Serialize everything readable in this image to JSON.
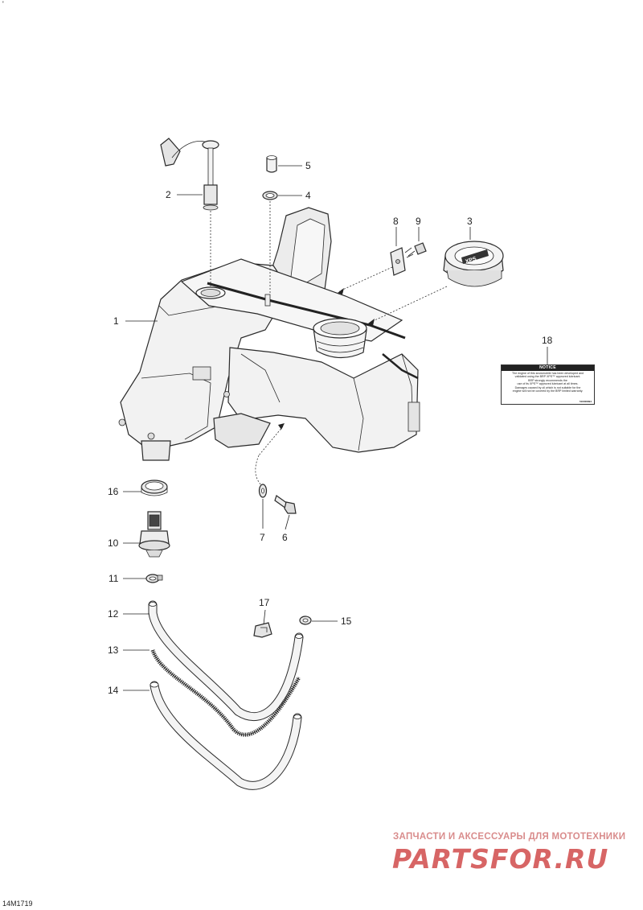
{
  "corner_mark": "'",
  "figure_code": "14M1719",
  "callouts": [
    "1",
    "2",
    "3",
    "4",
    "5",
    "6",
    "7",
    "8",
    "9",
    "10",
    "11",
    "12",
    "13",
    "14",
    "15",
    "16",
    "17",
    "18"
  ],
  "notice_label": {
    "heading": "NOTICE",
    "lines": [
      "The engine of this snowmobile has been developed and",
      "validated using the BRP XPS™ approved lubricant.",
      "BRP strongly recommends the",
      "use of its XPS™ approved lubricant at all times.",
      "Damages caused by oil which is not suitable for the",
      "engine will not be covered by the BRP limited warranty."
    ],
    "code": "516006894"
  },
  "cap_logo": "XPS",
  "watermark": {
    "tagline": "ЗАПЧАСТИ И АКСЕССУАРЫ ДЛЯ МОТОТЕХНИКИ",
    "brand": "PARTSFOR.RU"
  },
  "colors": {
    "line": "#2a2a2a",
    "part_fill": "#f2f2f2",
    "watermark_red": "#c92a2a"
  }
}
